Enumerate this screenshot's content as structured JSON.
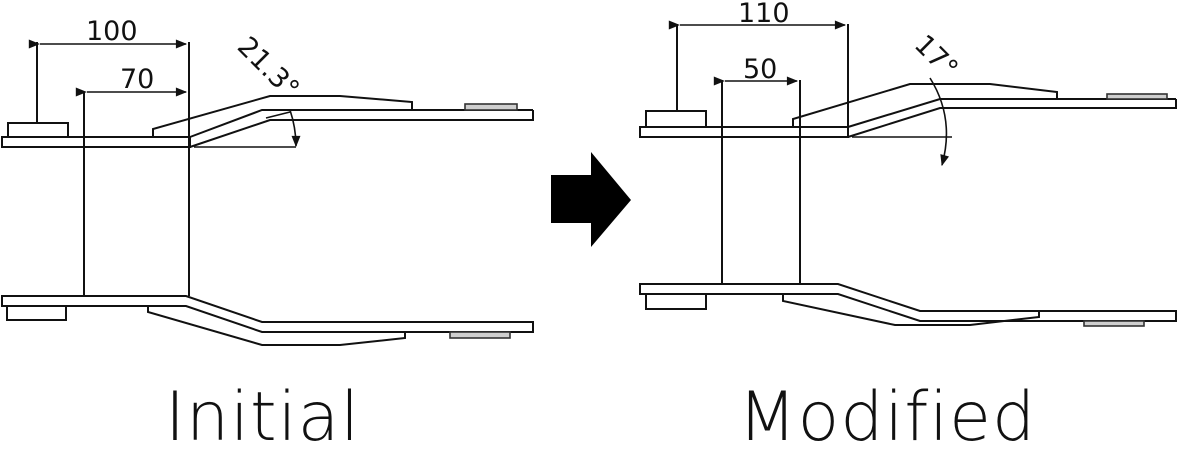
{
  "figure": {
    "type": "before-after comparison of chain link offset plate geometry",
    "arrow": {
      "icon": "right-arrow-icon",
      "color": "#000000"
    },
    "panels": [
      {
        "id": "initial",
        "caption": "Initial",
        "dimensions": {
          "outer_span": "100",
          "inner_span": "70",
          "bend_angle": "21.3°"
        }
      },
      {
        "id": "modified",
        "caption": "Modified",
        "dimensions": {
          "outer_span": "110",
          "inner_span": "50",
          "bend_angle": "17°"
        }
      }
    ]
  },
  "colors": {
    "line": "#111111",
    "background": "#ffffff",
    "pad_fill": "#cfcfcf"
  }
}
